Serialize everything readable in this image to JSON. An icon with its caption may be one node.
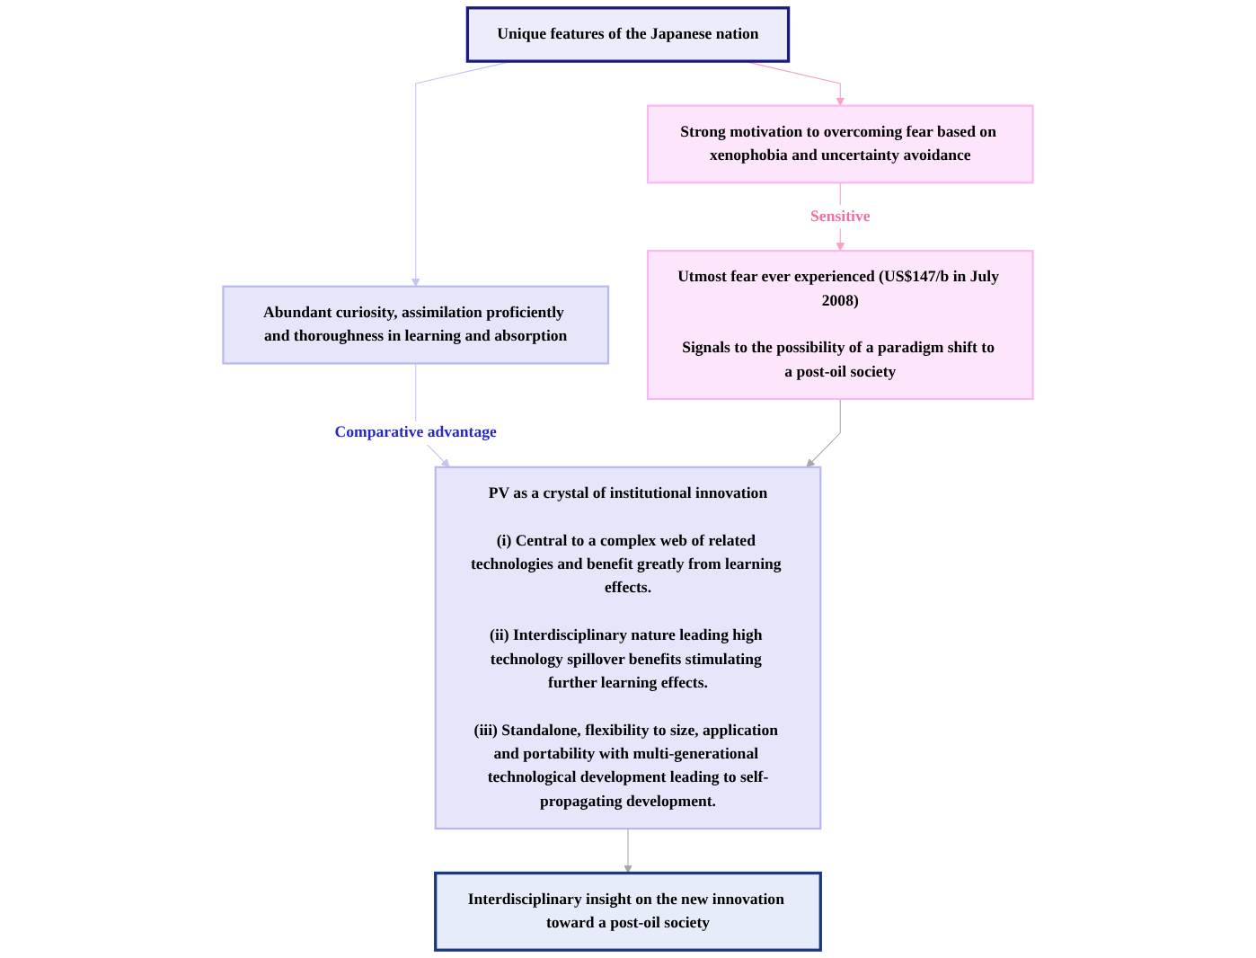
{
  "diagram": {
    "nodes": [
      {
        "text": [
          "Unique features of the Japanese nation"
        ]
      },
      {
        "text": [
          "Strong motivation to overcoming fear based on xenophobia and uncertainty avoidance"
        ]
      },
      {
        "text": [
          "Abundant curiosity, assimilation proficiently and thoroughness in learning and absorption"
        ]
      },
      {
        "text": [
          "Utmost fear ever experienced (US$147/b in July 2008)",
          "Signals to the possibility of a paradigm shift to a post-oil society"
        ]
      },
      {
        "text": [
          "PV as a crystal of institutional innovation",
          "(i) Central to a complex web of related technologies and benefit greatly from learning effects.",
          "(ii) Interdisciplinary nature leading high technology spillover benefits stimulating further learning effects.",
          "(iii) Standalone, flexibility to size, application and portability with multi-generational technological development leading to self-propagating development."
        ]
      },
      {
        "text": [
          "Interdisciplinary insight on the new innovation toward a post-oil society"
        ]
      }
    ],
    "edges": [
      {
        "from": 0,
        "to": 1,
        "arrow": "to",
        "color": "#f9a0cc"
      },
      {
        "from": 0,
        "to": 2,
        "arrow": "to",
        "color": "#c4c4f4"
      },
      {
        "from": 1,
        "to": 3,
        "arrow": "to",
        "color": "#f9a0cc",
        "label": "Sensitive"
      },
      {
        "from": 2,
        "to": 4,
        "arrow": "to",
        "color": "#c4c4f4",
        "label": "Comparative advantage"
      },
      {
        "from": 3,
        "to": 4,
        "arrow": "to",
        "color": "#a8a8a8"
      },
      {
        "from": 4,
        "to": 5,
        "arrow": "to",
        "color": "#a8a8a8"
      }
    ]
  }
}
